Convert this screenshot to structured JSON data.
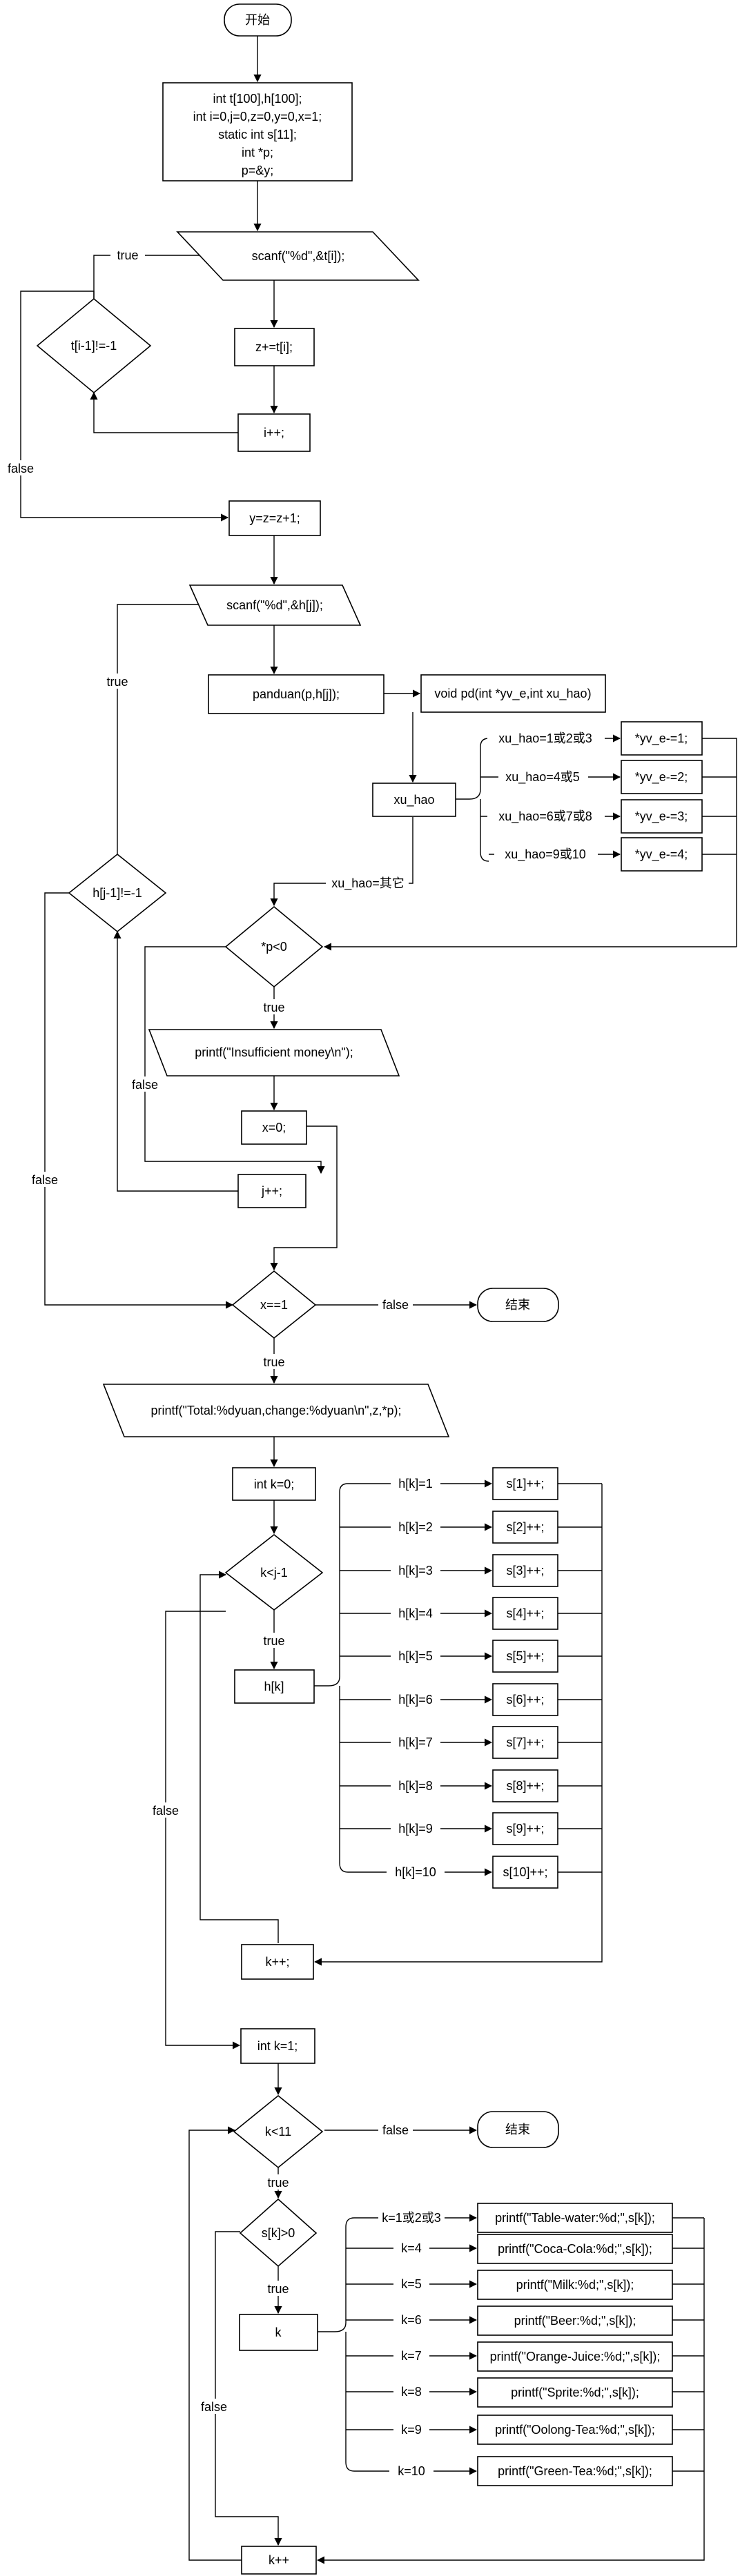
{
  "nodes": {
    "start": "开始",
    "init": [
      "int t[100],h[100];",
      "int i=0,j=0,z=0,y=0,x=1;",
      "static int s[11];",
      "int *p;",
      "p=&y;"
    ],
    "scanf_t": "scanf(\"%d\",&t[i]);",
    "z_add": "z+=t[i];",
    "i_inc": "i++;",
    "cond_t": "t[i-1]!=-1",
    "y_assign": "y=z=z+1;",
    "scanf_h": "scanf(\"%d\",&h[j]);",
    "panduan": "panduan(p,h[j]);",
    "void_pd": "void pd(int *yv_e,int xu_hao)",
    "xu_hao": "xu_hao",
    "yv1": "*yv_e-=1;",
    "yv2": "*yv_e-=2;",
    "yv3": "*yv_e-=3;",
    "yv4": "*yv_e-=4;",
    "cond_h": "h[j-1]!=-1",
    "cond_p": "*p<0",
    "printf_insuf": "printf(\"Insufficient money\\n\");",
    "x_zero": "x=0;",
    "j_inc": "j++;",
    "cond_x": "x==1",
    "end1": "结束",
    "printf_total": "printf(\"Total:%dyuan,change:%dyuan\\n\",z,*p);",
    "k_init0": "int k=0;",
    "cond_k_j": "k<j-1",
    "hk": "h[k]",
    "s_items": [
      "s[1]++;",
      "s[2]++;",
      "s[3]++;",
      "s[4]++;",
      "s[5]++;",
      "s[6]++;",
      "s[7]++;",
      "s[8]++;",
      "s[9]++;",
      "s[10]++;"
    ],
    "k_inc1": "k++;",
    "k_init1": "int k=1;",
    "cond_k11": "k<11",
    "end2": "结束",
    "cond_sk": "s[k]>0",
    "k_node": "k",
    "printf_items": [
      "printf(\"Table-water:%d;\",s[k]);",
      "printf(\"Coca-Cola:%d;\",s[k]);",
      "printf(\"Milk:%d;\",s[k]);",
      "printf(\"Beer:%d;\",s[k]);",
      "printf(\"Orange-Juice:%d;\",s[k]);",
      "printf(\"Sprite:%d;\",s[k]);",
      "printf(\"Oolong-Tea:%d;\",s[k]);",
      "printf(\"Green-Tea:%d;\",s[k]);"
    ],
    "k_inc2": "k++"
  },
  "edges": {
    "true": "true",
    "false": "false",
    "xu_cases": [
      "xu_hao=1或2或3",
      "xu_hao=4或5",
      "xu_hao=6或7或8",
      "xu_hao=9或10"
    ],
    "xu_other": "xu_hao=其它",
    "hk_cases": [
      "h[k]=1",
      "h[k]=2",
      "h[k]=3",
      "h[k]=4",
      "h[k]=5",
      "h[k]=6",
      "h[k]=7",
      "h[k]=8",
      "h[k]=9",
      "h[k]=10"
    ],
    "k_cases": [
      "k=1或2或3",
      "k=4",
      "k=5",
      "k=6",
      "k=7",
      "k=8",
      "k=9",
      "k=10"
    ]
  }
}
